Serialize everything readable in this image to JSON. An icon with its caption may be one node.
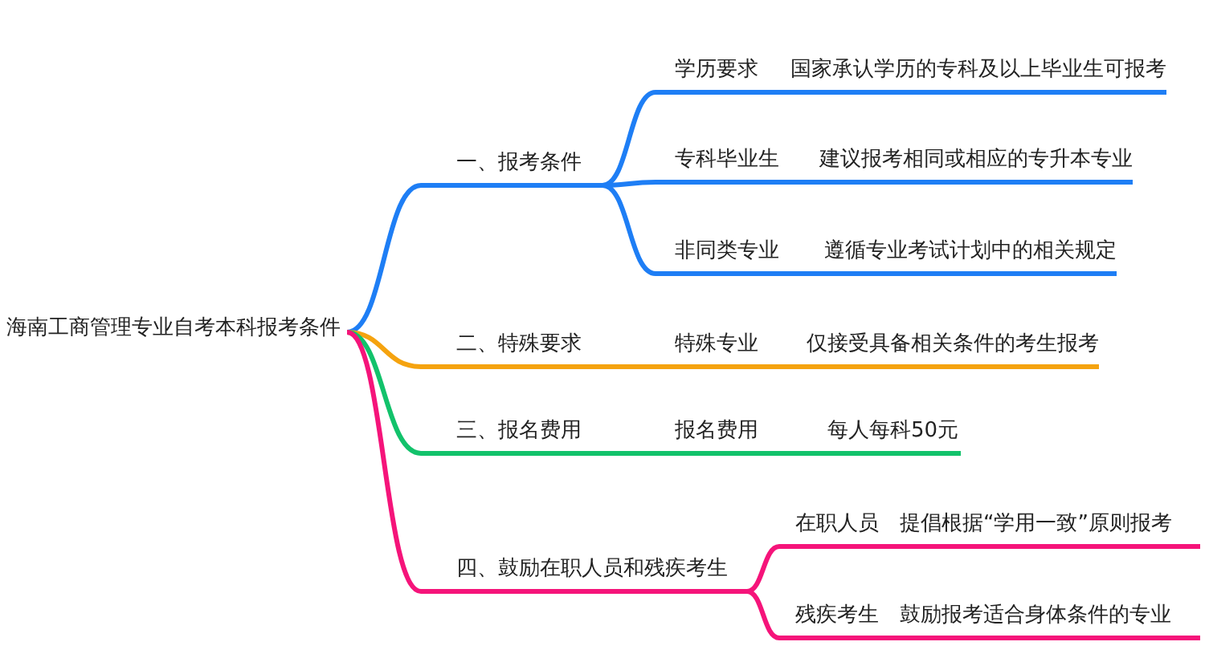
{
  "diagram": {
    "nodes": [
      {
        "text": [
          "海南工商管理专业自考本科报考条件"
        ]
      },
      {
        "text": [
          "一、报考条件"
        ]
      },
      {
        "text": [
          "二、特殊要求"
        ]
      },
      {
        "text": [
          "三、报名费用"
        ]
      },
      {
        "text": [
          "四、鼓励在职人员和残疾考生"
        ]
      },
      {
        "text": [
          "学历要求",
          "国家承认学历的专科及以上毕业生可报考"
        ]
      },
      {
        "text": [
          "专科毕业生",
          "建议报考相同或相应的专升本专业"
        ]
      },
      {
        "text": [
          "非同类专业",
          "遵循专业考试计划中的相关规定"
        ]
      },
      {
        "text": [
          "特殊专业",
          "仅接受具备相关条件的考生报考"
        ]
      },
      {
        "text": [
          "报名费用",
          "每人每科50元"
        ]
      },
      {
        "text": [
          "在职人员",
          "提倡根据“学用一致”原则报考"
        ]
      },
      {
        "text": [
          "残疾考生",
          "鼓励报考适合身体条件的专业"
        ]
      }
    ],
    "edges": [
      {
        "from": 0,
        "to": 1,
        "arrow": "none"
      },
      {
        "from": 0,
        "to": 2,
        "arrow": "none",
        "color": "#f5a30f"
      },
      {
        "from": 0,
        "to": 3,
        "arrow": "none",
        "color": "#12c26b"
      },
      {
        "from": 0,
        "to": 4,
        "arrow": "none",
        "color": "#f5147a"
      },
      {
        "from": 1,
        "to": 5,
        "arrow": "none"
      },
      {
        "from": 1,
        "to": 6,
        "arrow": "none"
      },
      {
        "from": 1,
        "to": 7,
        "arrow": "none"
      },
      {
        "from": 2,
        "to": 8,
        "arrow": "none",
        "color": "#f5a30f"
      },
      {
        "from": 3,
        "to": 9,
        "arrow": "none",
        "color": "#12c26b"
      },
      {
        "from": 4,
        "to": 10,
        "arrow": "none",
        "color": "#f5147a"
      },
      {
        "from": 4,
        "to": 11,
        "arrow": "none",
        "color": "#f5147a"
      }
    ]
  }
}
